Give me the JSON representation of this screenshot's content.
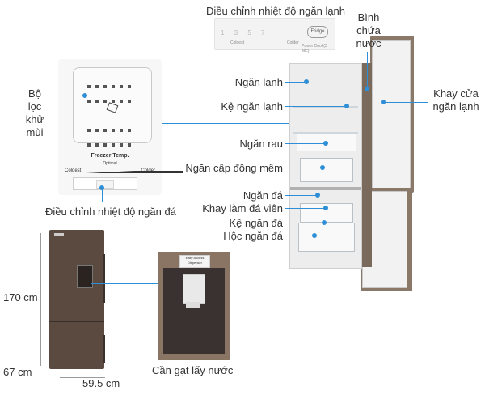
{
  "top_title": "Điều chỉnh nhiệt độ ngăn lạnh",
  "top_control": {
    "numbers": "1 3 5 7",
    "coldest": "Coldest",
    "colder": "Colder",
    "fridge_button": "Fridge",
    "power_cool": "Power Cool (3 sec)"
  },
  "freezer_panel": {
    "title": "Freezer Temp.",
    "optimal": "Optimal",
    "coldest": "Coldest",
    "colder": "Colder"
  },
  "labels": {
    "deodorizer": "Bộ lọc khử mùi",
    "freezer_temp": "Điều chỉnh nhiệt độ ngăn đá",
    "ice_bottle": "Bình chứa nước",
    "door_tray": "Khay cửa ngăn lạnh",
    "fridge": "Ngăn lạnh",
    "fridge_shelf": "Kệ ngăn lạnh",
    "veg": "Ngăn rau",
    "soft_freeze": "Ngăn cấp đông mềm",
    "freezer": "Ngăn đá",
    "ice_tray": "Khay làm đá viên",
    "freezer_shelf": "Kệ ngăn đá",
    "freezer_drawer": "Hộc ngăn đá",
    "dispenser": "Cần gạt lấy nước"
  },
  "dimensions": {
    "height": "170 cm",
    "depth": "67 cm",
    "width": "59.5 cm"
  },
  "dispenser_tag": "Easy Access Dispenser",
  "colors": {
    "accent": "#2f8fd6",
    "body_brown": "#5a4a40"
  }
}
